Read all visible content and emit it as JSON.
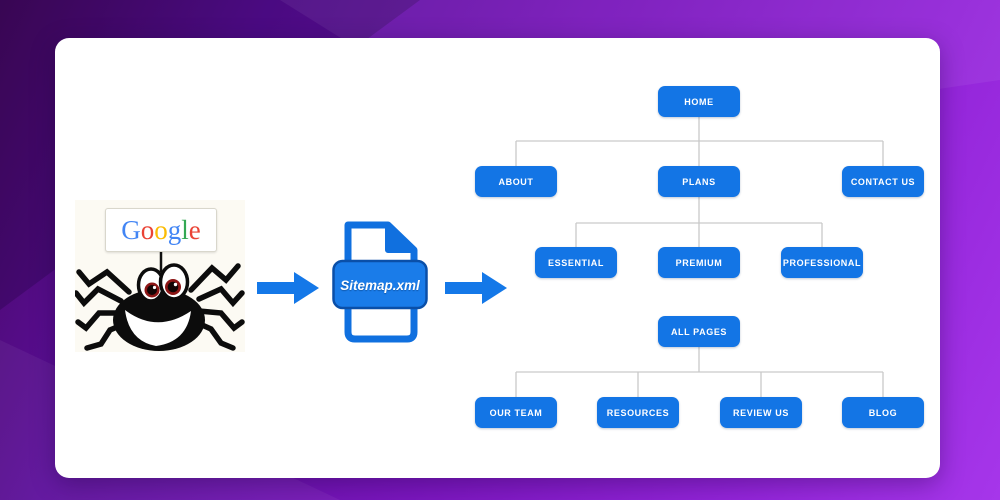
{
  "background": {
    "gradient_colors": [
      "#45085f",
      "#7a16bd",
      "#a636ea"
    ]
  },
  "crawler": {
    "name": "google-spider",
    "logo_letters": [
      {
        "ch": "G",
        "style": "color:#4285F4"
      },
      {
        "ch": "o",
        "style": "color:#EA4335"
      },
      {
        "ch": "o",
        "style": "color:#FBBC05"
      },
      {
        "ch": "g",
        "style": "color:#4285F4"
      },
      {
        "ch": "l",
        "style": "color:#34A853"
      },
      {
        "ch": "e",
        "style": "color:#EA4335"
      }
    ]
  },
  "file": {
    "label": "Sitemap.xml",
    "band_color": "#1a7ce9",
    "outline_color": "#1070df"
  },
  "arrows": {
    "color": "#1478e8",
    "direction": "right"
  },
  "tree": {
    "node_color": "#1375e5",
    "node_text_color": "#ffffff",
    "connector_color": "#c9c9c9",
    "nodes": [
      {
        "label": "HOME"
      },
      {
        "label": "ABOUT"
      },
      {
        "label": "PLANS"
      },
      {
        "label": "CONTACT US"
      },
      {
        "label": "ESSENTIAL"
      },
      {
        "label": "PREMIUM"
      },
      {
        "label": "PROFESSIONAL"
      },
      {
        "label": "ALL PAGES"
      },
      {
        "label": "OUR TEAM"
      },
      {
        "label": "RESOURCES"
      },
      {
        "label": "REVIEW US"
      },
      {
        "label": "BLOG"
      }
    ],
    "hierarchy": [
      {
        "parent": "HOME",
        "children": [
          "ABOUT",
          "PLANS",
          "CONTACT US"
        ]
      },
      {
        "parent": "PLANS",
        "children": [
          "ESSENTIAL",
          "PREMIUM",
          "PROFESSIONAL"
        ]
      },
      {
        "parent": "ALL PAGES",
        "children": [
          "OUR TEAM",
          "RESOURCES",
          "REVIEW US",
          "BLOG"
        ]
      }
    ]
  }
}
